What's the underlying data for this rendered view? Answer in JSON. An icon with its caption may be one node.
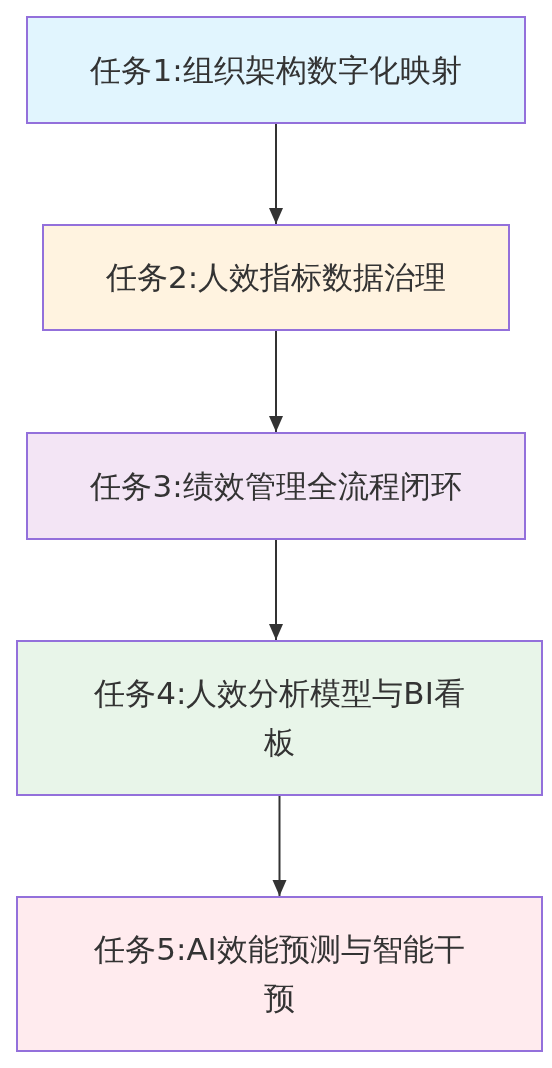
{
  "diagram": {
    "nodes": [
      {
        "text": [
          "任务1:组织架构数字化映射"
        ]
      },
      {
        "text": [
          "任务2:人效指标数据治理"
        ]
      },
      {
        "text": [
          "任务3:绩效管理全流程闭环"
        ]
      },
      {
        "text": [
          "任务4:人效分析模型与BI看板"
        ]
      },
      {
        "text": [
          "任务5:AI效能预测与智能干预"
        ]
      }
    ],
    "edges": [
      {
        "from": 0,
        "to": 1,
        "arrow": "to"
      },
      {
        "from": 1,
        "to": 2,
        "arrow": "to"
      },
      {
        "from": 2,
        "to": 3,
        "arrow": "to"
      },
      {
        "from": 3,
        "to": 4,
        "arrow": "to"
      }
    ]
  }
}
